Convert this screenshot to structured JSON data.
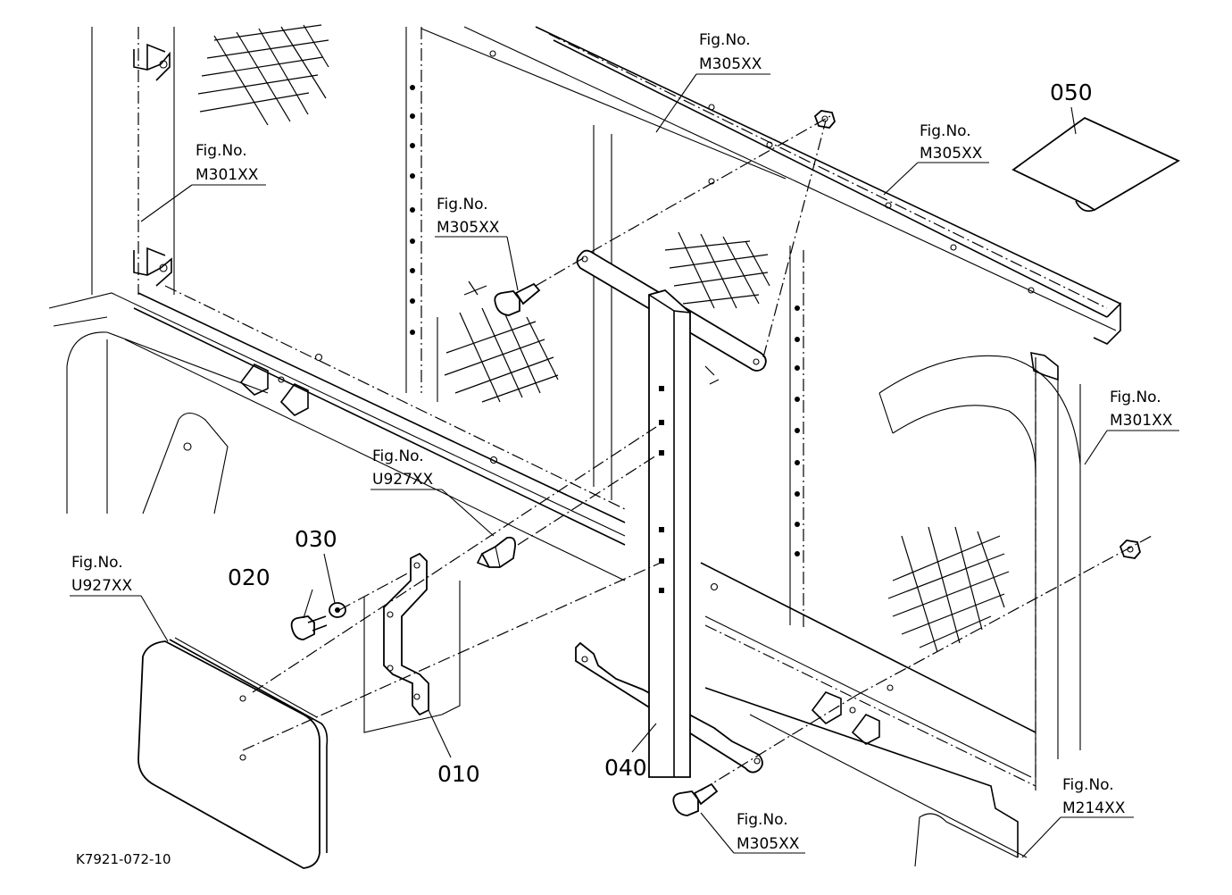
{
  "callouts": [
    {
      "fig_label": "Fig.No.",
      "fig_code": "M305XX"
    },
    {
      "fig_label": "Fig.No.",
      "fig_code": "M305XX"
    },
    {
      "fig_label": "Fig.No.",
      "fig_code": "M301XX"
    },
    {
      "fig_label": "Fig.No.",
      "fig_code": "M305XX"
    },
    {
      "fig_label": "Fig.No.",
      "fig_code": "M301XX"
    },
    {
      "fig_label": "Fig.No.",
      "fig_code": "U927XX"
    },
    {
      "fig_label": "Fig.No.",
      "fig_code": "U927XX"
    },
    {
      "fig_label": "Fig.No.",
      "fig_code": "M305XX"
    },
    {
      "fig_label": "Fig.No.",
      "fig_code": "M214XX"
    }
  ],
  "part_numbers": {
    "p010": "010",
    "p020": "020",
    "p030": "030",
    "p040": "040",
    "p050": "050"
  },
  "drawing_code": "K7921-072-10"
}
